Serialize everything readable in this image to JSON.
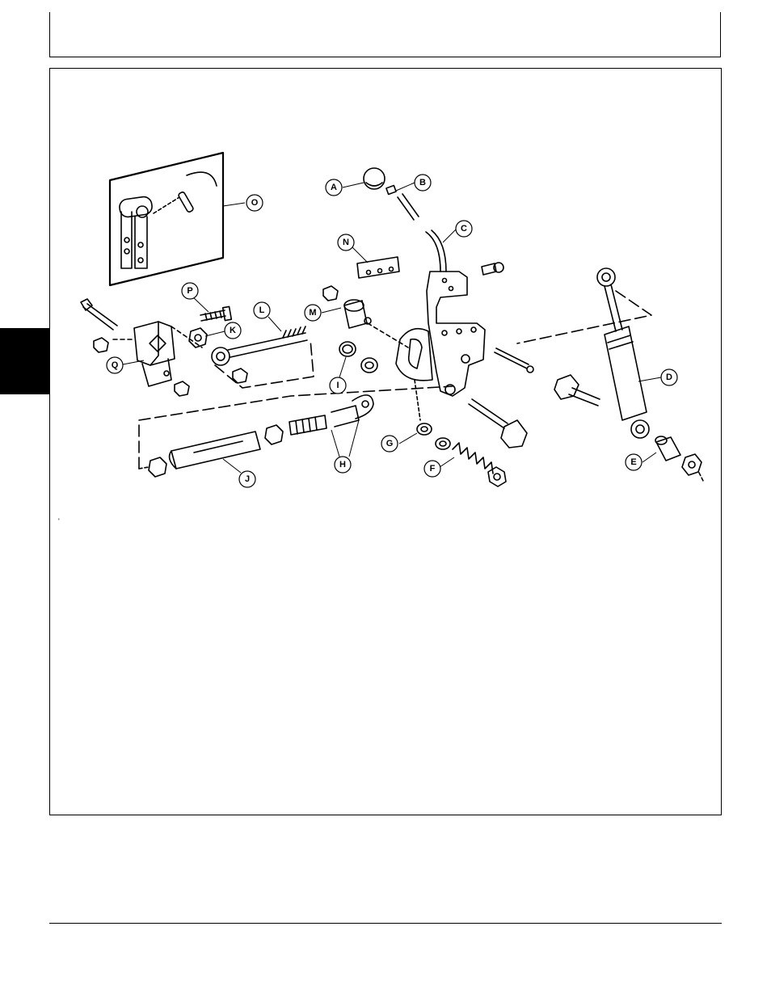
{
  "page": {
    "stray_mark": "'"
  },
  "figure": {
    "callouts": {
      "A": "A",
      "B": "B",
      "C": "C",
      "D": "D",
      "E": "E",
      "F": "F",
      "G": "G",
      "H": "H",
      "I": "I",
      "J": "J",
      "K": "K",
      "L": "L",
      "M": "M",
      "N": "N",
      "O": "O",
      "P": "P",
      "Q": "Q"
    }
  }
}
